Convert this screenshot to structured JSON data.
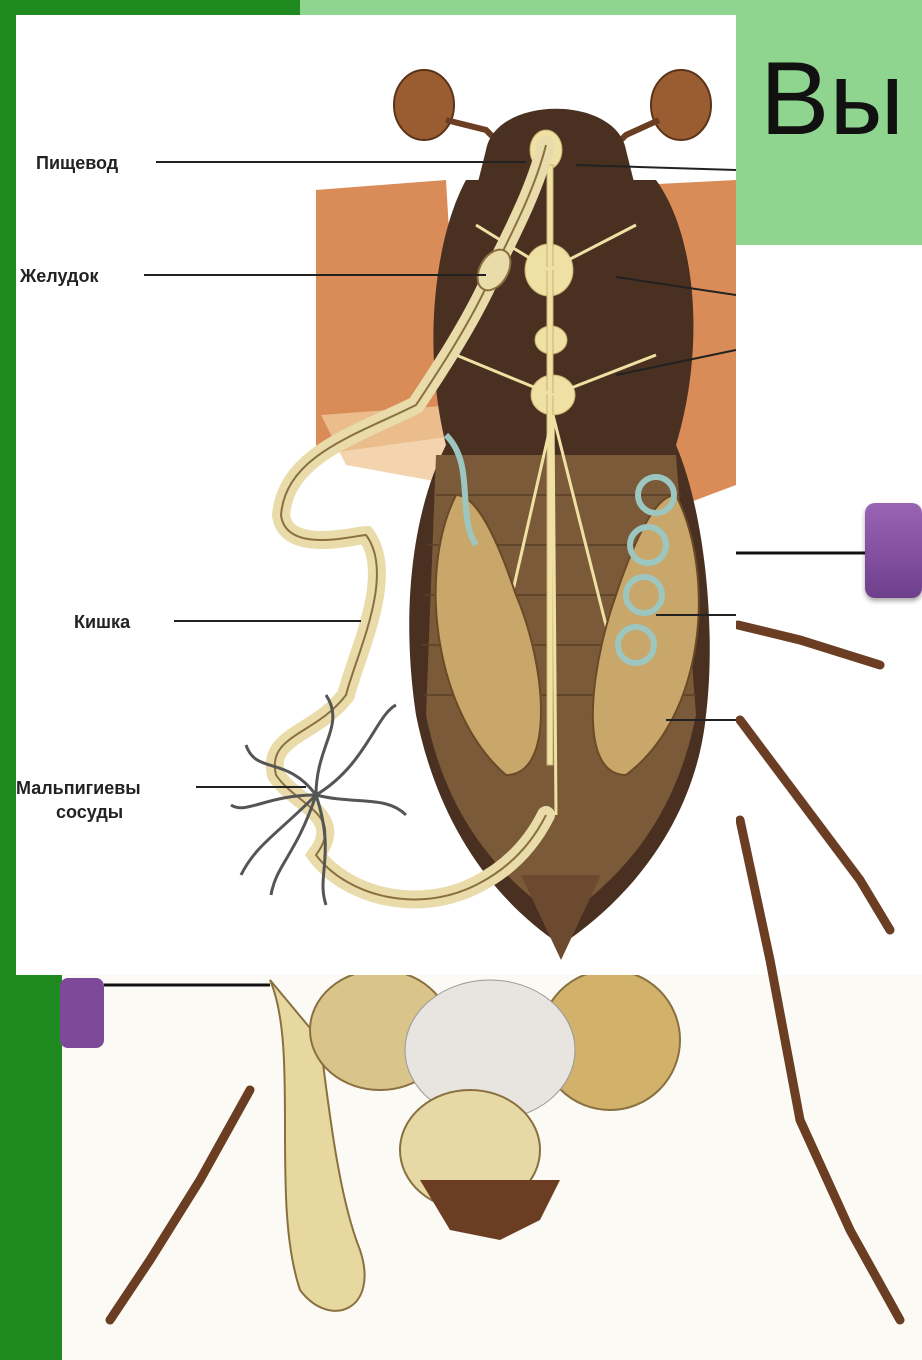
{
  "slide": {
    "title": "Вы"
  },
  "diagram": {
    "labels": {
      "esophagus": "Пищевод",
      "stomach": "Желудок",
      "intestine": "Кишка",
      "malpighian_1": "Мальпигиевы",
      "malpighian_2": "сосуды"
    }
  },
  "colors": {
    "dark_green": "#1f8a1f",
    "light_green": "#8fd48f",
    "purple_button": "#7d4a9a",
    "wing": "#d78f5a",
    "body": "#4a3020",
    "organ": "#e9dcaa"
  }
}
